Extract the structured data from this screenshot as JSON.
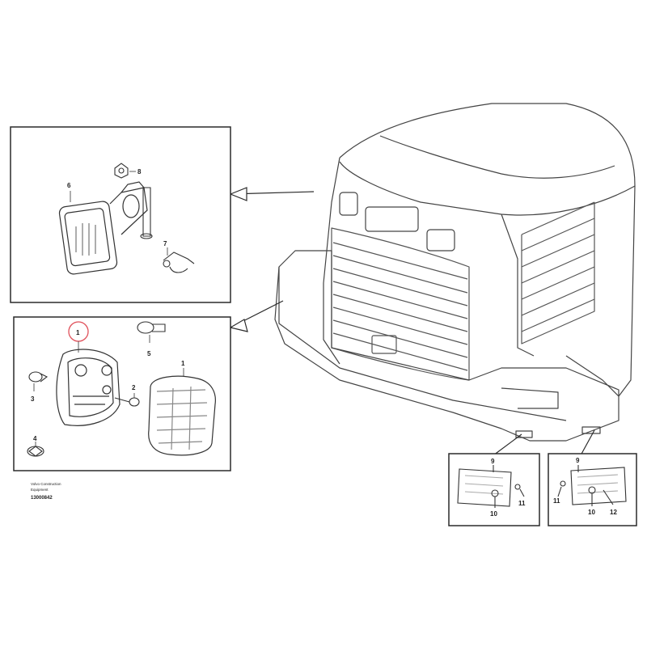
{
  "diagram": {
    "callouts": {
      "upper_inset": {
        "screw": "8",
        "lamp": "6",
        "clip": "7"
      },
      "lower_inset": {
        "housing": "1",
        "bulb_top": "5",
        "left_bulb": "3",
        "screw": "2",
        "lens": "1",
        "bottom_bulb": "4"
      },
      "right_inset_a": {
        "part_9": "9",
        "part_11": "11",
        "part_10": "10"
      },
      "right_inset_b": {
        "part_9": "9",
        "part_11": "11",
        "part_10": "10",
        "part_12": "12"
      }
    },
    "credit_line_1": "Volvo Construction",
    "credit_line_2": "Equipment",
    "document_number": "13000842",
    "highlight_color": "#e0505a",
    "line_color": "#2a2a2a"
  }
}
